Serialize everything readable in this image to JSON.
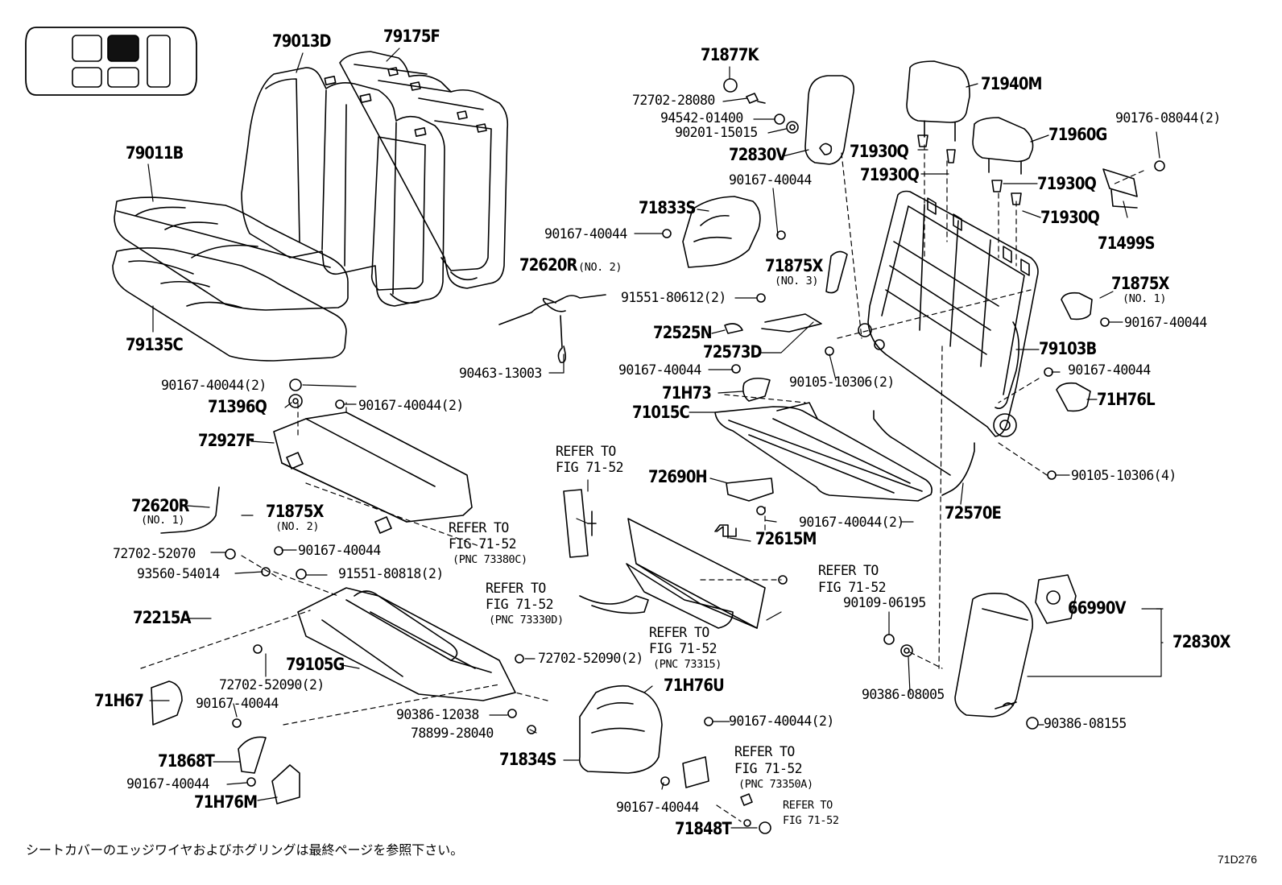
{
  "labels": {
    "p79013D": "79013D",
    "p79175F": "79175F",
    "p79011B": "79011B",
    "p79135C": "79135C",
    "p71877K": "71877K",
    "p72702_28080": "72702-28080",
    "p94542_01400": "94542-01400",
    "p90201_15015": "90201-15015",
    "p72830V": "72830V",
    "p90167_40044_a": "90167-40044",
    "p71833S": "71833S",
    "p90167_40044_b": "90167-40044",
    "p72620R_no2": "72620R",
    "no2_a": "(NO. 2)",
    "p91551_80612": "91551-80612(2)",
    "p71875X_no3": "71875X",
    "no3": "(NO. 3)",
    "p72525N": "72525N",
    "p72573D": "72573D",
    "p90463_13003": "90463-13003",
    "p90167_40044_c": "90167-40044",
    "p71H73": "71H73",
    "p90105_10306_2": "90105-10306(2)",
    "p71015C": "71015C",
    "p71940M": "71940M",
    "p71960G": "71960G",
    "p90176_08044": "90176-08044(2)",
    "p71930Q_a": "71930Q",
    "p71930Q_b": "71930Q",
    "p71930Q_c": "71930Q",
    "p71930Q_d": "71930Q",
    "p71499S": "71499S",
    "p71875X_no1": "71875X",
    "no1": "(NO. 1)",
    "p90167_40044_d": "90167-40044",
    "p79103B": "79103B",
    "p90167_40044_e": "90167-40044",
    "p71H76L": "71H76L",
    "p90105_10306_4": "90105-10306(4)",
    "p90167_40044_2a": "90167-40044(2)",
    "p71396Q": "71396Q",
    "p90167_40044_2b": "90167-40044(2)",
    "p72927F": "72927F",
    "refer1": "REFER TO",
    "fig1": "FIG 71-52",
    "p72690H": "72690H",
    "p90167_40044_2c": "90167-40044(2)",
    "p72570E": "72570E",
    "p72620R_no1": "72620R",
    "no1_b": "(NO. 1)",
    "p71875X_no2": "71875X",
    "no2_b": "(NO. 2)",
    "refer2": "REFER TO",
    "fig2": "FIG 71-52",
    "pnc2": "(PNC 73380C)",
    "p72615M": "72615M",
    "p72702_52070": "72702-52070",
    "p90167_40044_f": "90167-40044",
    "p93560_54014": "93560-54014",
    "p91551_80818": "91551-80818(2)",
    "refer3": "REFER TO",
    "fig3": "FIG 71-52",
    "pnc3": "(PNC 73330D)",
    "refer4": "REFER TO",
    "fig4": "FIG 71-52",
    "p90109_06195": "90109-06195",
    "p72215A": "72215A",
    "p66990V": "66990V",
    "p72830X": "72830X",
    "p72702_52090_2a": "72702-52090(2)",
    "p79105G": "79105G",
    "refer5": "REFER TO",
    "fig5": "FIG 71-52",
    "pnc5": "(PNC 73315)",
    "p72702_52090_2b": "72702-52090(2)",
    "p71H76U": "71H76U",
    "p90386_08005": "90386-08005",
    "p71H67": "71H67",
    "p90167_40044_g": "90167-40044",
    "p90386_12038": "90386-12038",
    "p78899_28040": "78899-28040",
    "p90167_40044_2d": "90167-40044(2)",
    "p90386_08155": "90386-08155",
    "p71834S": "71834S",
    "p71868T": "71868T",
    "refer6": "REFER TO",
    "fig6": "FIG 71-52",
    "pnc6": "(PNC 73350A)",
    "p90167_40044_h": "90167-40044",
    "p71H76M": "71H76M",
    "p90167_40044_i": "90167-40044",
    "refer7": "REFER TO",
    "fig7": "FIG 71-52",
    "p71848T": "71848T"
  },
  "footer": {
    "note_jp": "シートカバーのエッジワイヤおよびホグリングは最終ページを参照下さい。",
    "figure_code": "71D276"
  },
  "colors": {
    "line": "#000000",
    "background": "#ffffff",
    "locator_fill": "#111111"
  }
}
